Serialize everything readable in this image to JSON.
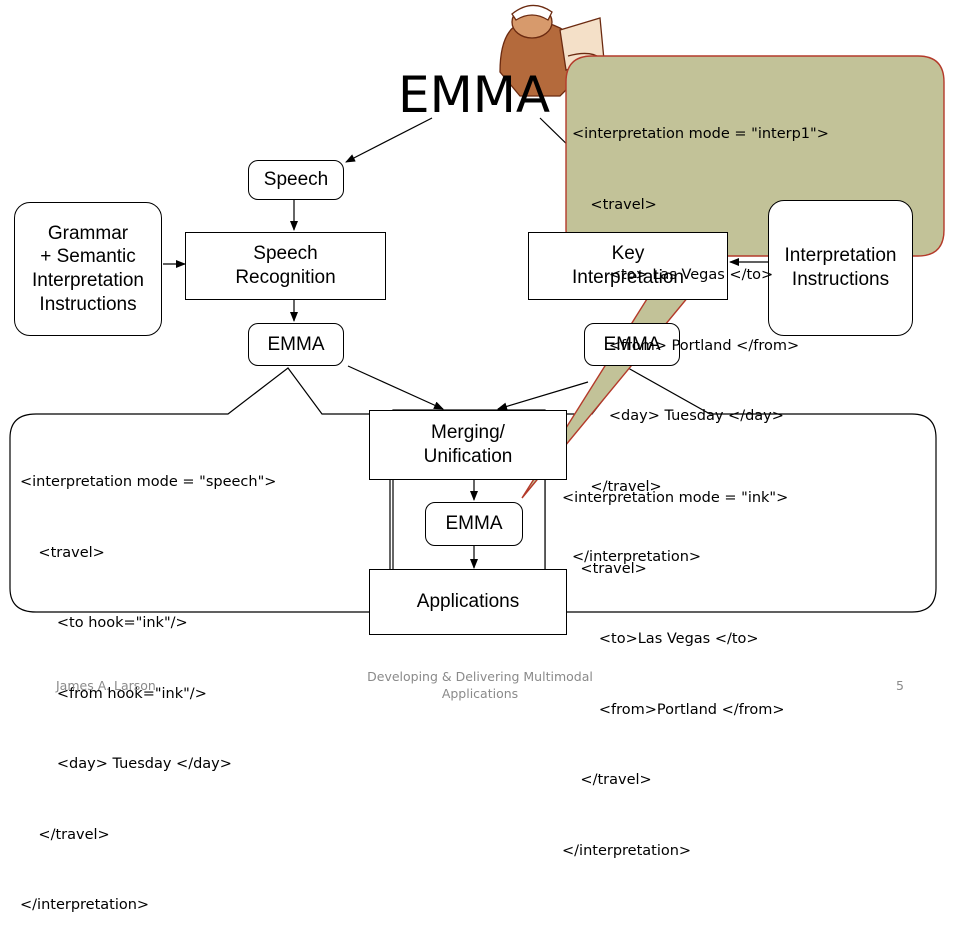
{
  "title": "EMMA",
  "boxes": {
    "speech": "Speech",
    "speech_recognition": "Speech\nRecognition",
    "grammar_left": "Grammar\n+ Semantic\nInterpretation\nInstructions",
    "emma_left": "EMMA",
    "ink_interpretation_partial": "Key\nInterpretation",
    "grammar_right_partial": "Interpretation\nInstructions",
    "emma_right_partial": "EMMA",
    "merging": "Merging/\nUnification",
    "emma_center": "EMMA",
    "applications": "Applications"
  },
  "callouts": {
    "speech_code": [
      "<interpretation mode = \"speech\">",
      "    <travel>",
      "        <to hook=\"ink\"/>",
      "        <from hook=\"ink\"/>",
      "        <day> Tuesday </day>",
      "    </travel>",
      "</interpretation>"
    ],
    "ink_code": [
      "<interpretation mode = \"ink\">",
      "    <travel>",
      "        <to>Las Vegas </to>",
      "        <from>Portland </from>",
      "    </travel>",
      "</interpretation>"
    ],
    "merged_code": [
      "<interpretation mode = \"interp1\">",
      "    <travel>",
      "        <to> Las Vegas </to>",
      "        <from> Portland </from>",
      "        <day> Tuesday </day>",
      "    </travel>",
      "</interpretation>"
    ]
  },
  "colors": {
    "callout_fill": "#c2c298",
    "callout_stroke": "#b43a2a",
    "line": "#000000",
    "footer_text": "#8a8a8a"
  },
  "clipart": "person-writing-icon",
  "footer": {
    "author": "James A. Larson",
    "title": "Developing & Delivering Multimodal\nApplications",
    "page": "5"
  }
}
